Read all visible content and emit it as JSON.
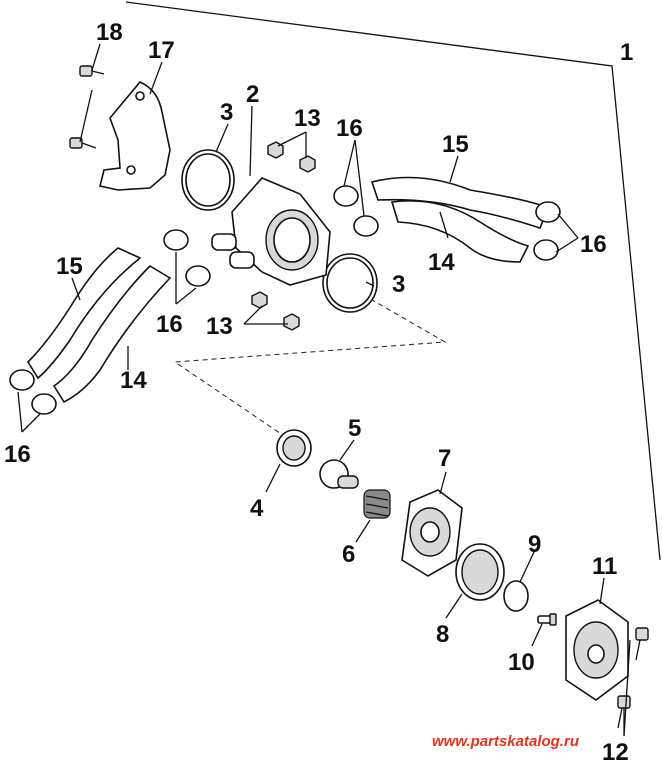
{
  "callouts": {
    "c1": "1",
    "c2": "2",
    "c3a": "3",
    "c3b": "3",
    "c4": "4",
    "c5": "5",
    "c6": "6",
    "c7": "7",
    "c8": "8",
    "c9": "9",
    "c10": "10",
    "c11": "11",
    "c12": "12",
    "c13a": "13",
    "c13b": "13",
    "c14a": "14",
    "c14b": "14",
    "c15a": "15",
    "c15b": "15",
    "c16a": "16",
    "c16b": "16",
    "c16c": "16",
    "c16d": "16",
    "c17": "17",
    "c18": "18"
  },
  "watermark": "www.partskatalog.ru"
}
